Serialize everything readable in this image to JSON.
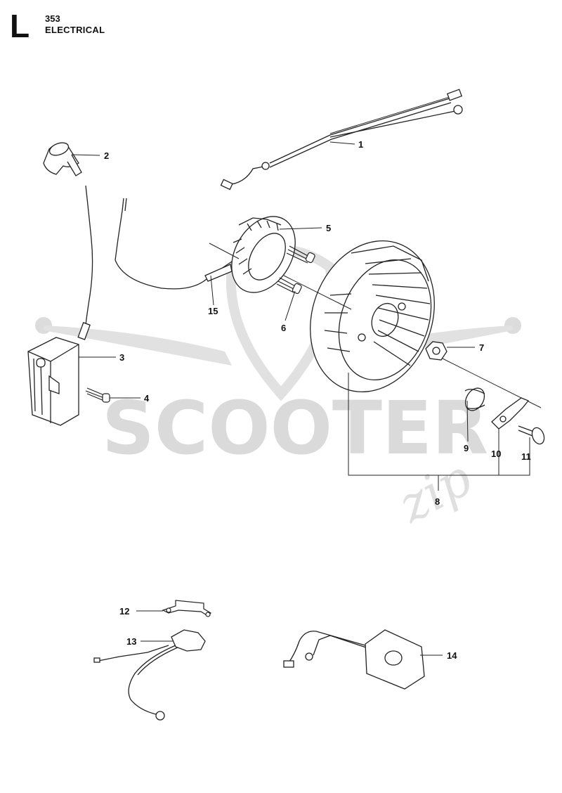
{
  "header": {
    "section_letter": "L",
    "model": "353",
    "title": "ELECTRICAL"
  },
  "watermark": {
    "brand": "SCOOTER",
    "sub": "zip"
  },
  "callouts": [
    "1",
    "2",
    "3",
    "4",
    "5",
    "6",
    "7",
    "8",
    "9",
    "10",
    "11",
    "12",
    "13",
    "14",
    "15"
  ]
}
